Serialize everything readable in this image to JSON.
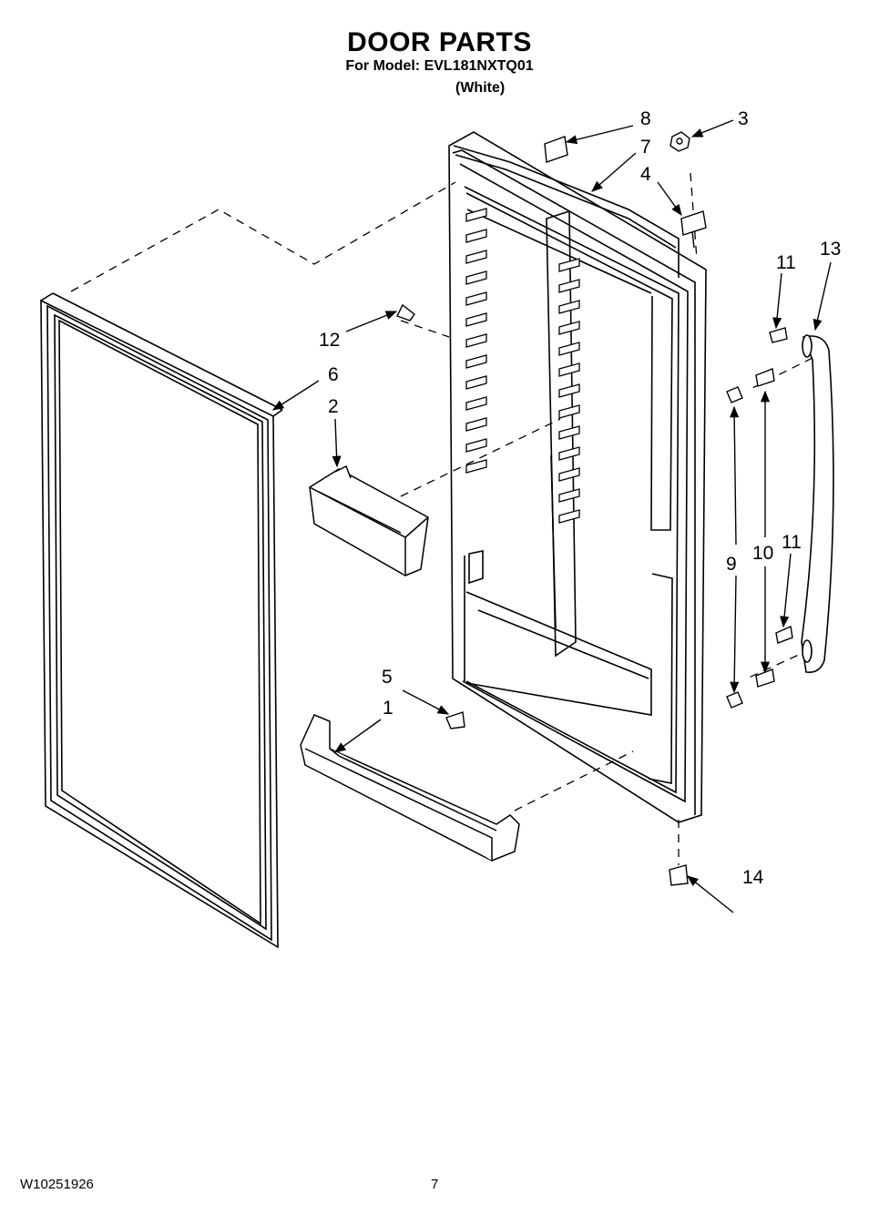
{
  "header": {
    "title": "DOOR PARTS",
    "model": "For Model: EVL181NXTQ01",
    "color": "(White)"
  },
  "callouts": [
    "1",
    "2",
    "3",
    "4",
    "5",
    "6",
    "7",
    "8",
    "9",
    "10",
    "11",
    "11",
    "12",
    "13",
    "14"
  ],
  "footer": {
    "doc_number": "W10251926",
    "page_number": "7"
  }
}
